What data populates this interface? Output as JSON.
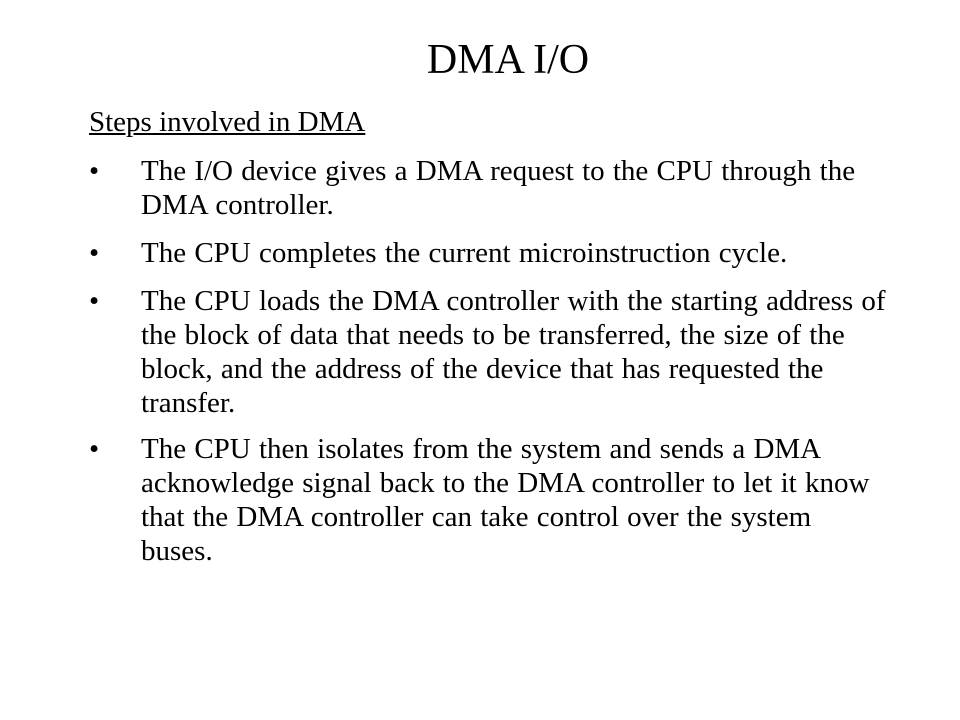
{
  "slide": {
    "title": "DMA I/O",
    "subheading": "Steps involved in DMA",
    "bullet_symbol": "•",
    "bullets": [
      "The I/O device gives a DMA request to the CPU through the DMA controller.",
      "The CPU completes the current microinstruction cycle.",
      "The CPU loads the DMA controller with the starting address of the block of data that needs to be transferred, the size of the block, and the address of the device that has requested the transfer.",
      "The CPU then isolates from the system and sends a DMA acknowledge signal back to the DMA controller to let it know that the DMA controller can take control over the system buses."
    ]
  }
}
